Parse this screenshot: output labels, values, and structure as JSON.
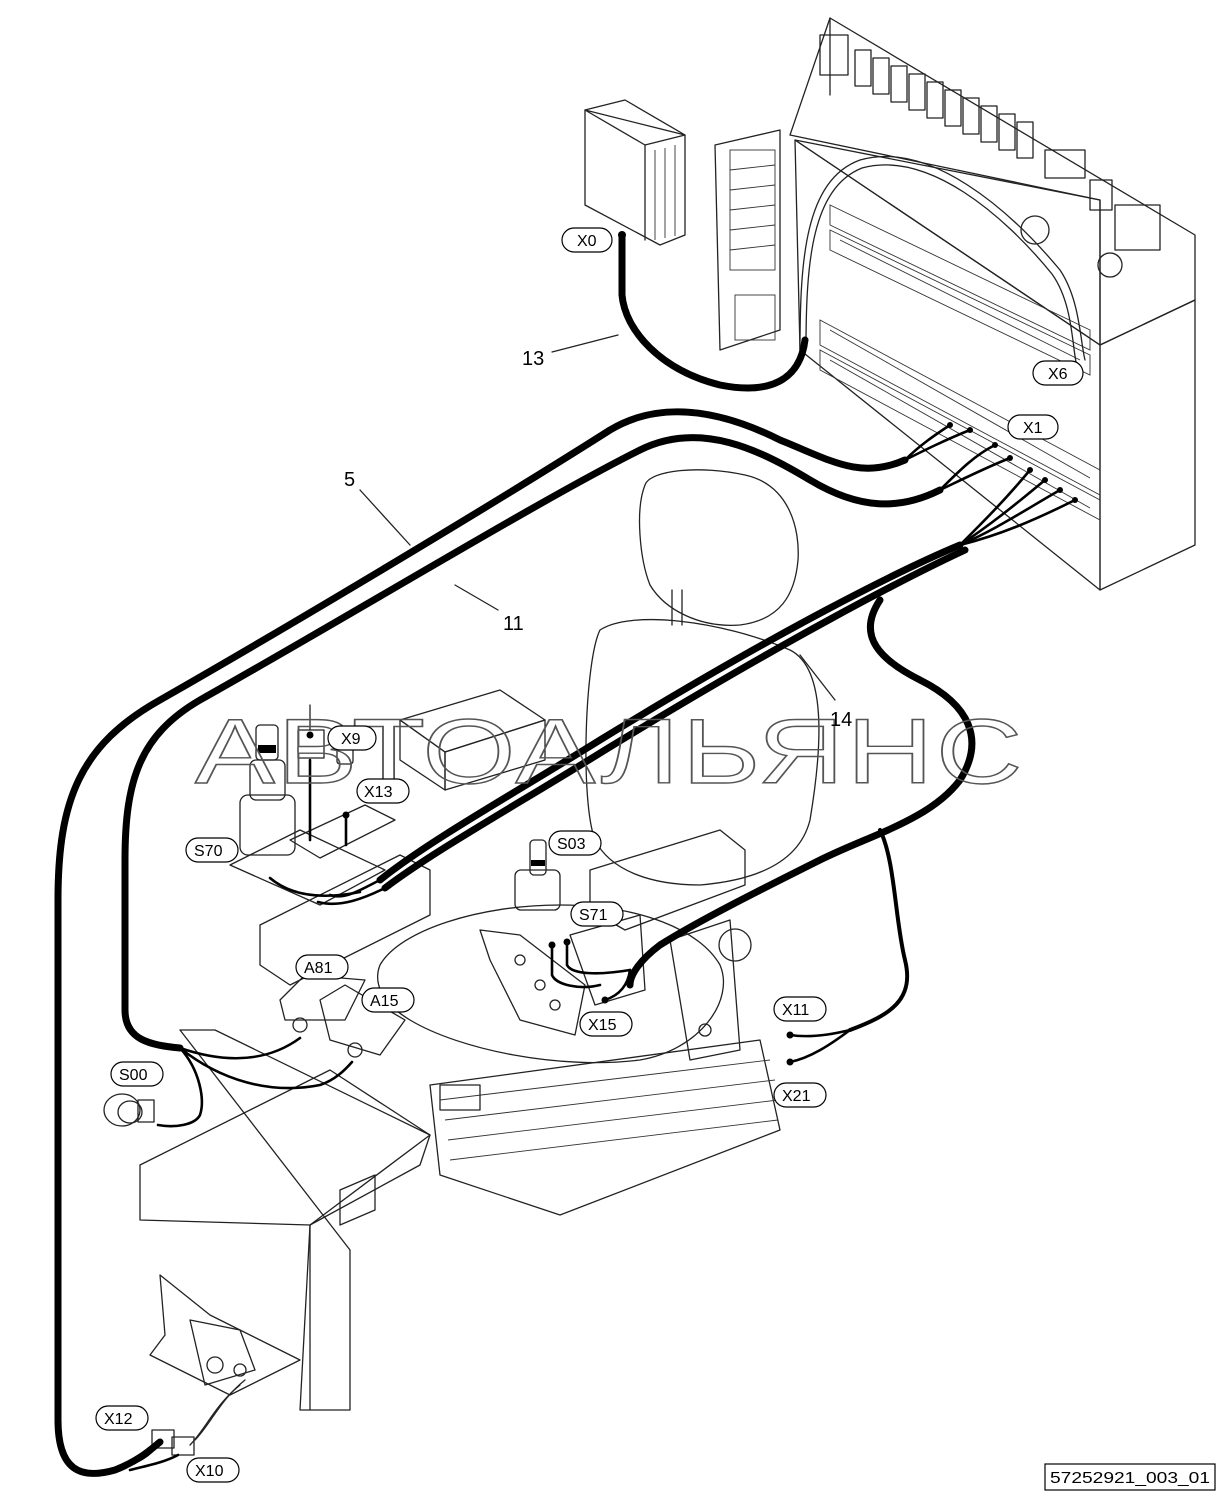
{
  "watermark": "АВТОАЛЬЯНС",
  "drawing_number": "57252921_003_01",
  "connector_tags": {
    "X0": "X0",
    "X6": "X6",
    "X1": "X1",
    "X9": "X9",
    "X13": "X13",
    "S70": "S70",
    "S03": "S03",
    "S71": "S71",
    "A81": "A81",
    "A15": "A15",
    "X15": "X15",
    "X11": "X11",
    "X21": "X21",
    "S00": "S00",
    "X12": "X12",
    "X10": "X10"
  },
  "item_numbers": {
    "n13": "13",
    "n5": "5",
    "n11": "11",
    "n14": "14"
  }
}
